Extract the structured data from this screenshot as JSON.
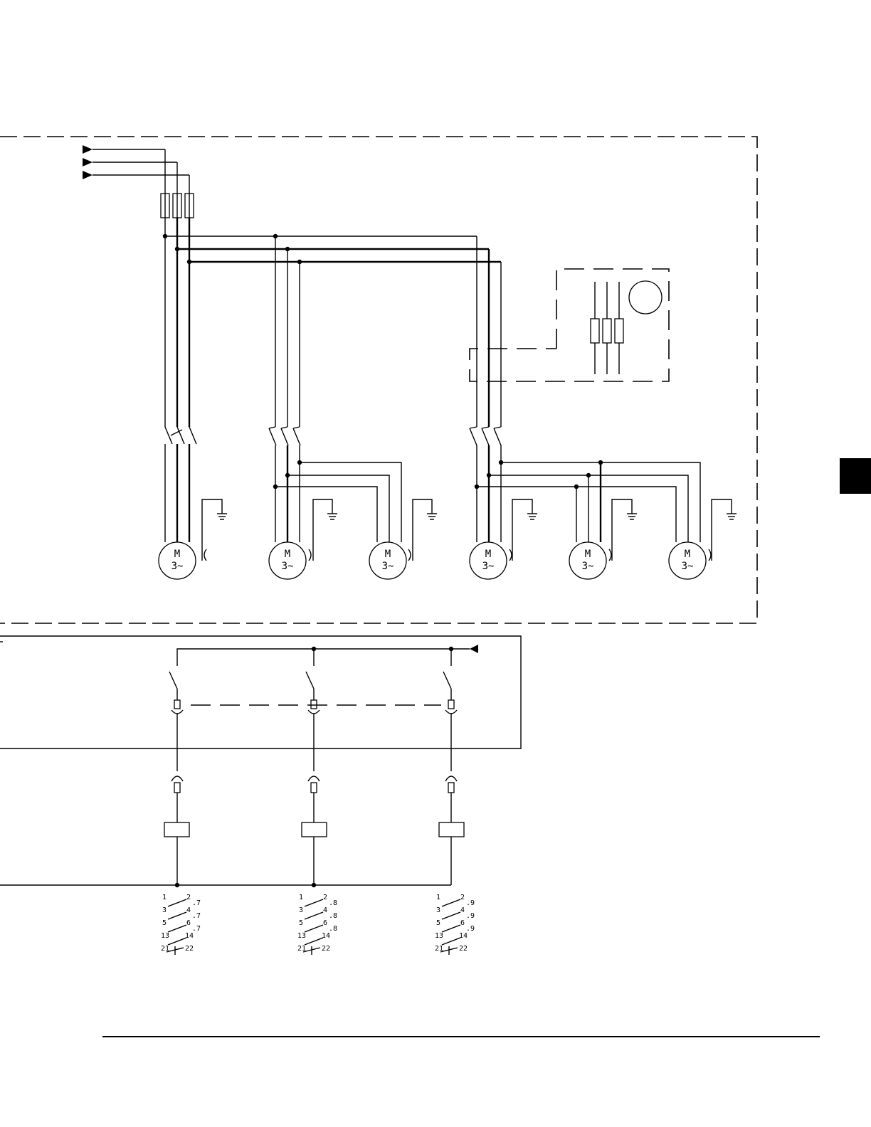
{
  "motors": [
    {
      "id": "m1",
      "top": "M",
      "bottom": "3~"
    },
    {
      "id": "m2",
      "top": "M",
      "bottom": "3~"
    },
    {
      "id": "m3",
      "top": "M",
      "bottom": "3~"
    },
    {
      "id": "m4",
      "top": "M",
      "bottom": "3~"
    },
    {
      "id": "m5",
      "top": "M",
      "bottom": "3~"
    },
    {
      "id": "m6",
      "top": "M",
      "bottom": "3~"
    }
  ],
  "contact_blocks": [
    {
      "id": "k1",
      "rows": [
        {
          "a": "1",
          "b": "2",
          "ref": ".7"
        },
        {
          "a": "3",
          "b": "4",
          "ref": ".7"
        },
        {
          "a": "5",
          "b": "6",
          "ref": ".7"
        },
        {
          "a": "13",
          "b": "14",
          "ref": ""
        },
        {
          "a": "21",
          "b": "22",
          "ref": ""
        }
      ]
    },
    {
      "id": "k2",
      "rows": [
        {
          "a": "1",
          "b": "2",
          "ref": ".8"
        },
        {
          "a": "3",
          "b": "4",
          "ref": ".8"
        },
        {
          "a": "5",
          "b": "6",
          "ref": ".8"
        },
        {
          "a": "13",
          "b": "14",
          "ref": ""
        },
        {
          "a": "21",
          "b": "22",
          "ref": ""
        }
      ]
    },
    {
      "id": "k3",
      "rows": [
        {
          "a": "1",
          "b": "2",
          "ref": ".9"
        },
        {
          "a": "3",
          "b": "4",
          "ref": ".9"
        },
        {
          "a": "5",
          "b": "6",
          "ref": ".9"
        },
        {
          "a": "13",
          "b": "14",
          "ref": ""
        },
        {
          "a": "21",
          "b": "22",
          "ref": ""
        }
      ]
    }
  ]
}
